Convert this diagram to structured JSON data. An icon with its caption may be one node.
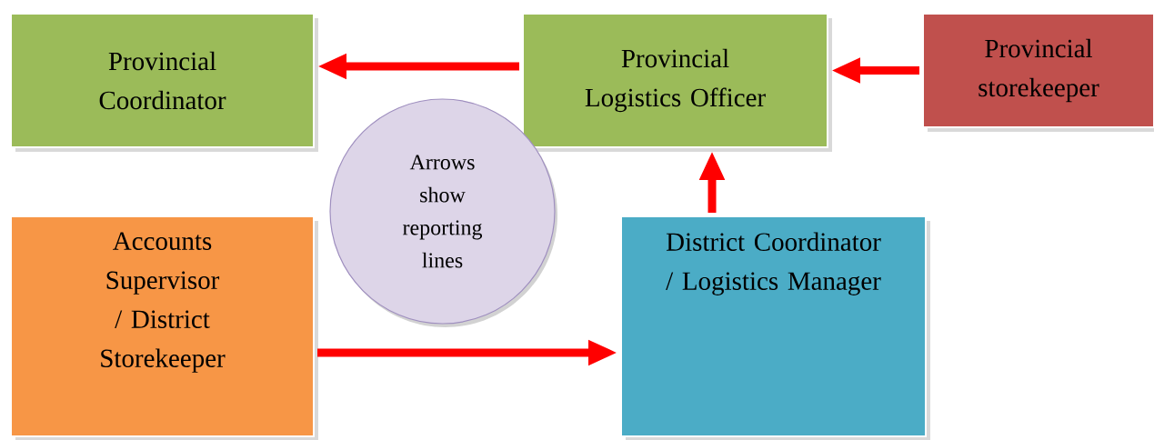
{
  "diagram": {
    "nodes": [
      {
        "text": [
          "Provincial Coordinator"
        ]
      },
      {
        "text": [
          "Provincial Logistics Officer"
        ]
      },
      {
        "text": [
          "Provincial storekeeper"
        ]
      },
      {
        "text": [
          "Arrows show reporting lines"
        ]
      },
      {
        "text": [
          "Accounts Supervisor / District Storekeeper"
        ]
      },
      {
        "text": [
          "District Coordinator / Logistics Manager"
        ]
      }
    ],
    "edges": [
      {
        "from": 1,
        "to": 0,
        "arrow": "to"
      },
      {
        "from": 2,
        "to": 1,
        "arrow": "to"
      },
      {
        "from": 5,
        "to": 1,
        "arrow": "to"
      },
      {
        "from": 4,
        "to": 5,
        "arrow": "to"
      }
    ]
  }
}
